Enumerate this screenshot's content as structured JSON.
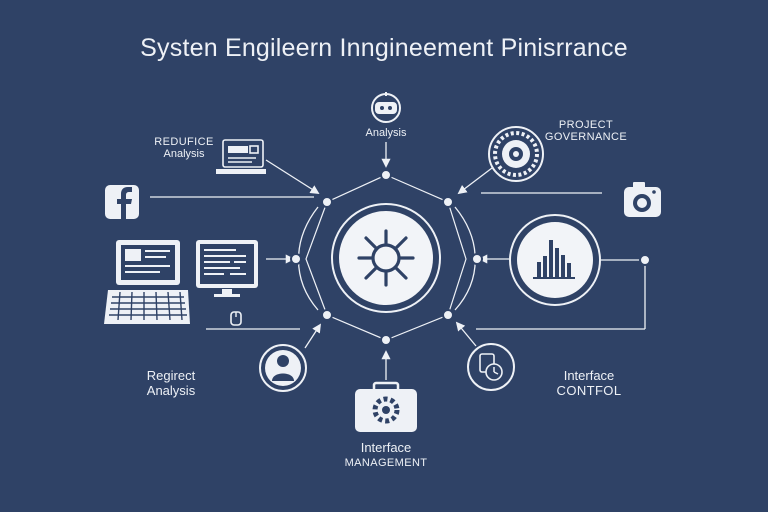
{
  "title": "Systen Engileern Inngineement Pinisrrance",
  "labels": {
    "top": "Analysis",
    "reqr_line1": "REDUFICE",
    "reqr_line2": "Analysis",
    "pg_line1": "PROJECT",
    "pg_line2": "GOVERNANCE",
    "ra_line1": "Regirect",
    "ra_line2": "Analysis",
    "ic_line1": "Interface",
    "ic_line2": "CONTFOL",
    "im_line1": "Interface",
    "im_line2": "MANAGEMENT"
  },
  "icons": {
    "left_top": "facebook-icon",
    "right_top": "camera-icon",
    "center": "gear-icon",
    "top": "robot-icon",
    "top_right": "gear-circle-icon",
    "right": "bar-chart-icon",
    "bottom": "gear-briefcase-icon",
    "bottom_left": "person-icon",
    "bottom_right": "clock-document-icon",
    "left": "laptop-icon",
    "monitor": "monitor-icon",
    "top_left": "document-tray-icon"
  },
  "colors": {
    "background": "#2f4266",
    "foreground": "#eef1f6"
  }
}
